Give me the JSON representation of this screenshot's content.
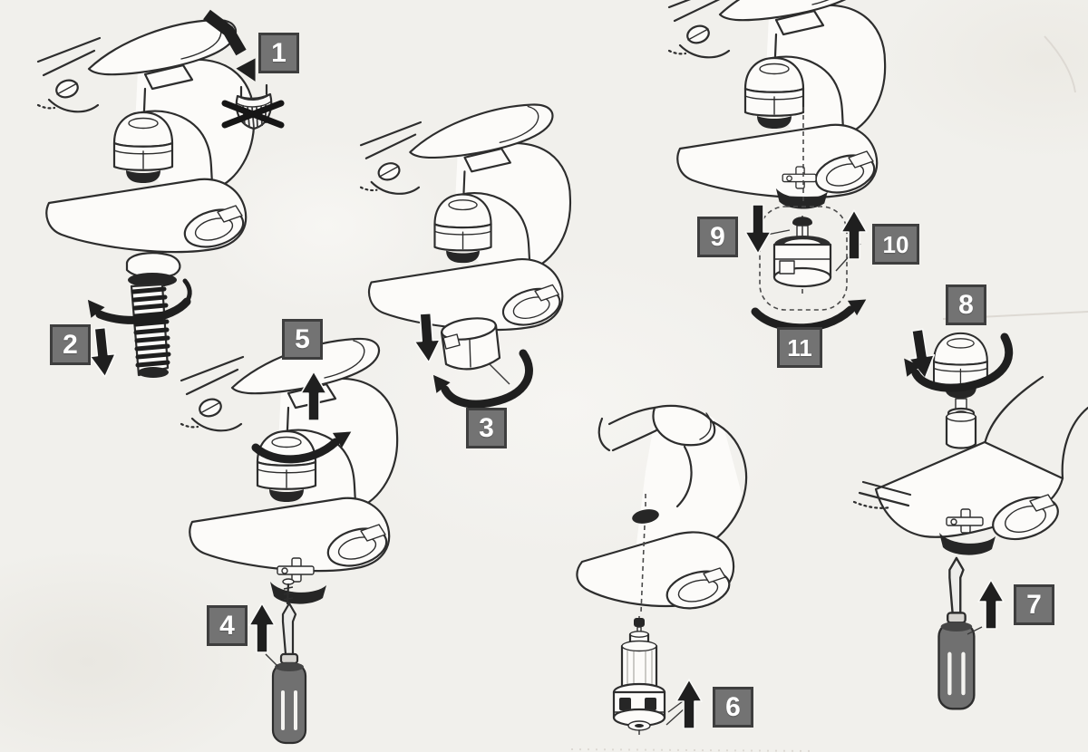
{
  "sheet": {
    "kind": "scanned illustrated instruction sheet",
    "subject": "faucet / mixer tap disassembly and cartridge replacement",
    "step_count": 11
  },
  "steps": [
    {
      "number": "1",
      "markers": [
        "bent-down-arrow",
        "crossed-out-aerator"
      ]
    },
    {
      "number": "2",
      "markers": [
        "rotate-arrow",
        "down-arrow",
        "threaded-hose"
      ]
    },
    {
      "number": "3",
      "markers": [
        "down-arrow",
        "rotate-arrow"
      ]
    },
    {
      "number": "4",
      "markers": [
        "up-arrow",
        "screwdriver"
      ]
    },
    {
      "number": "5",
      "markers": [
        "up-arrow",
        "rotate-arrow"
      ]
    },
    {
      "number": "6",
      "markers": [
        "up-arrow",
        "cartridge"
      ]
    },
    {
      "number": "7",
      "markers": [
        "up-arrow",
        "screwdriver"
      ]
    },
    {
      "number": "8",
      "markers": [
        "down-arrow",
        "rotate-arrow",
        "handle-knob"
      ]
    },
    {
      "number": "9",
      "markers": [
        "down-arrow"
      ]
    },
    {
      "number": "10",
      "markers": [
        "up-arrow"
      ]
    },
    {
      "number": "11",
      "markers": [
        "rotate-arrow"
      ]
    }
  ],
  "icons": {
    "down-arrow": "↓",
    "up-arrow": "↑",
    "rotate-arrow": "↻",
    "bent-down-arrow": "⤵",
    "crossed-out": "✕"
  },
  "colors": {
    "paper": "#f1f0ec",
    "ink": "#2d2d2d",
    "arrow": "#1f1f1f",
    "badge_bg": "#737373",
    "badge_border": "#3e3e3e",
    "badge_text": "#ffffff",
    "handle_gray": "#707070"
  }
}
